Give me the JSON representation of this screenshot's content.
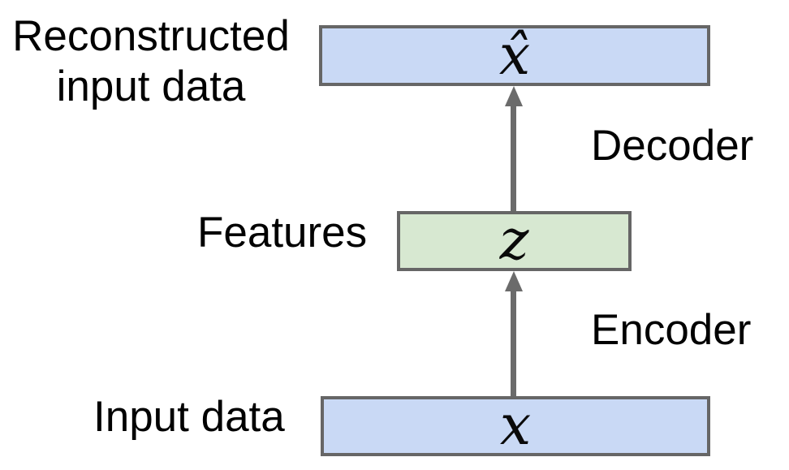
{
  "figure": {
    "type": "diagram",
    "subject": "autoencoder architecture",
    "background_color": "#ffffff"
  },
  "labels": {
    "reconstructed_line1": "Reconstructed",
    "reconstructed_line2": "input data",
    "features": "Features",
    "input": "Input data",
    "decoder": "Decoder",
    "encoder": "Encoder"
  },
  "nodes": {
    "reconstruction": {
      "symbol": "x̂",
      "fill": "#c9d9f5",
      "border": "#666666"
    },
    "features": {
      "symbol": "z",
      "fill": "#d7e8d1",
      "border": "#666666"
    },
    "input": {
      "symbol": "x",
      "fill": "#c9d9f5",
      "border": "#666666"
    }
  },
  "arrows": {
    "decoder": {
      "direction": "up",
      "from": "features",
      "to": "reconstruction",
      "color": "#6b6b6b"
    },
    "encoder": {
      "direction": "up",
      "from": "input",
      "to": "features",
      "color": "#6b6b6b"
    }
  },
  "colors": {
    "text": "#000000",
    "box_border": "#666666",
    "arrow": "#6b6b6b",
    "blue_fill": "#c9d9f5",
    "green_fill": "#d7e8d1"
  }
}
